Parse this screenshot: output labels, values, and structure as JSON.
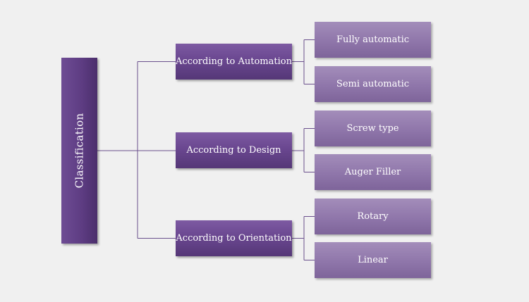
{
  "root": {
    "label": "Classification"
  },
  "categories": [
    {
      "label": "According to Automation",
      "children": [
        "Fully automatic",
        "Semi automatic"
      ]
    },
    {
      "label": "According to Design",
      "children": [
        "Screw type",
        "Auger Filler"
      ]
    },
    {
      "label": "According to Orientation",
      "children": [
        "Rotary",
        "Linear"
      ]
    }
  ],
  "colors": {
    "background": "#f0f0f0",
    "root_fill": "#5e3d83",
    "category_fill": "#6a4790",
    "leaf_fill": "#8f76aa",
    "connector": "#6a4f8c",
    "text": "#ffffff"
  }
}
